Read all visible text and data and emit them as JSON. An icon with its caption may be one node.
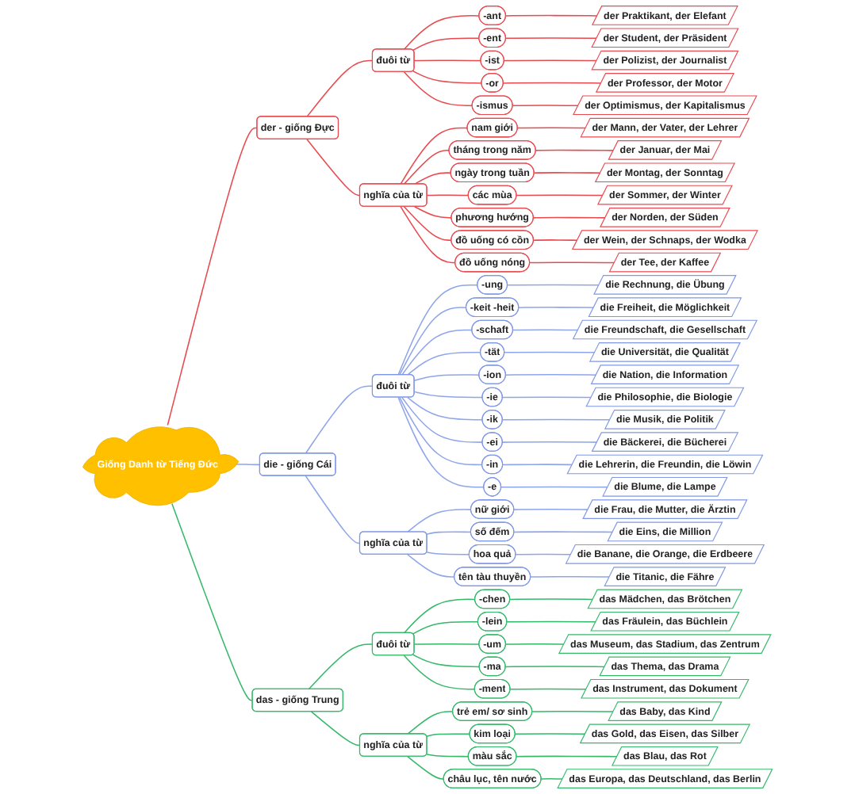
{
  "diagram": {
    "nodes": [
      {
        "text": [
          "Giống Danh từ Tiếng Đức"
        ]
      },
      {
        "text": [
          "der - giống Đực"
        ]
      },
      {
        "text": [
          "đuôi từ"
        ]
      },
      {
        "text": [
          "-ant"
        ]
      },
      {
        "text": [
          "der Praktikant, der Elefant"
        ]
      },
      {
        "text": [
          "-ent"
        ]
      },
      {
        "text": [
          "der Student, der Präsident"
        ]
      },
      {
        "text": [
          "-ist"
        ]
      },
      {
        "text": [
          "der Polizist, der Journalist"
        ]
      },
      {
        "text": [
          "-or"
        ]
      },
      {
        "text": [
          "der Professor, der Motor"
        ]
      },
      {
        "text": [
          "-ismus"
        ]
      },
      {
        "text": [
          "der Optimismus, der Kapitalismus"
        ]
      },
      {
        "text": [
          "nghĩa của từ"
        ]
      },
      {
        "text": [
          "nam giới"
        ]
      },
      {
        "text": [
          "der Mann, der Vater, der Lehrer"
        ]
      },
      {
        "text": [
          "tháng trong năm"
        ]
      },
      {
        "text": [
          "der Januar, der Mai"
        ]
      },
      {
        "text": [
          "ngày trong tuần"
        ]
      },
      {
        "text": [
          "der Montag, der Sonntag"
        ]
      },
      {
        "text": [
          "các mùa"
        ]
      },
      {
        "text": [
          "der Sommer, der Winter"
        ]
      },
      {
        "text": [
          "phương hướng"
        ]
      },
      {
        "text": [
          "der Norden, der Süden"
        ]
      },
      {
        "text": [
          "đồ uống có cồn"
        ]
      },
      {
        "text": [
          "der Wein, der Schnaps, der Wodka"
        ]
      },
      {
        "text": [
          "đồ uống nóng"
        ]
      },
      {
        "text": [
          "der Tee, der Kaffee"
        ]
      },
      {
        "text": [
          "die - giống Cái"
        ]
      },
      {
        "text": [
          "đuôi từ"
        ]
      },
      {
        "text": [
          "-ung"
        ]
      },
      {
        "text": [
          "die Rechnung, die Übung"
        ]
      },
      {
        "text": [
          "-keit -heit"
        ]
      },
      {
        "text": [
          "die Freiheit, die Möglichkeit"
        ]
      },
      {
        "text": [
          "-schaft"
        ]
      },
      {
        "text": [
          "die Freundschaft, die Gesellschaft"
        ]
      },
      {
        "text": [
          "-tät"
        ]
      },
      {
        "text": [
          "die Universität, die Qualität"
        ]
      },
      {
        "text": [
          "-ion"
        ]
      },
      {
        "text": [
          "die Nation, die Information"
        ]
      },
      {
        "text": [
          "-ie"
        ]
      },
      {
        "text": [
          "die Philosophie, die Biologie"
        ]
      },
      {
        "text": [
          "-ik"
        ]
      },
      {
        "text": [
          "die Musik, die Politik"
        ]
      },
      {
        "text": [
          "-ei"
        ]
      },
      {
        "text": [
          "die Bäckerei, die Bücherei"
        ]
      },
      {
        "text": [
          "-in"
        ]
      },
      {
        "text": [
          "die Lehrerin, die Freundin, die Löwin"
        ]
      },
      {
        "text": [
          "-e"
        ]
      },
      {
        "text": [
          "die Blume, die Lampe"
        ]
      },
      {
        "text": [
          "nghĩa của từ"
        ]
      },
      {
        "text": [
          "nữ giới"
        ]
      },
      {
        "text": [
          "die Frau, die Mutter, die Ärztin"
        ]
      },
      {
        "text": [
          "số đếm"
        ]
      },
      {
        "text": [
          "die Eins, die Million"
        ]
      },
      {
        "text": [
          "hoa quả"
        ]
      },
      {
        "text": [
          "die Banane, die Orange, die Erdbeere"
        ]
      },
      {
        "text": [
          "tên tàu thuyền"
        ]
      },
      {
        "text": [
          "die Titanic, die Fähre"
        ]
      },
      {
        "text": [
          "das - giống Trung"
        ]
      },
      {
        "text": [
          "đuôi từ"
        ]
      },
      {
        "text": [
          "-chen"
        ]
      },
      {
        "text": [
          "das Mädchen, das Brötchen"
        ]
      },
      {
        "text": [
          "-lein"
        ]
      },
      {
        "text": [
          "das Fräulein, das Büchlein"
        ]
      },
      {
        "text": [
          "-um"
        ]
      },
      {
        "text": [
          "das Museum, das Stadium, das Zentrum"
        ]
      },
      {
        "text": [
          "-ma"
        ]
      },
      {
        "text": [
          "das Thema, das Drama"
        ]
      },
      {
        "text": [
          "-ment"
        ]
      },
      {
        "text": [
          "das Instrument, das Dokument"
        ]
      },
      {
        "text": [
          "nghĩa của từ"
        ]
      },
      {
        "text": [
          "trẻ em/ sơ sinh"
        ]
      },
      {
        "text": [
          "das Baby, das Kind"
        ]
      },
      {
        "text": [
          "kim loại"
        ]
      },
      {
        "text": [
          "das Gold, das Eisen, das Silber"
        ]
      },
      {
        "text": [
          "màu sắc"
        ]
      },
      {
        "text": [
          "das Blau, das Rot"
        ]
      },
      {
        "text": [
          "châu lục, tên nước"
        ]
      },
      {
        "text": [
          "das Europa, das Deutschland, das Berlin"
        ]
      }
    ],
    "edges": [
      {
        "from": 0,
        "to": 1,
        "arrow": "none",
        "color": "#e84a4f"
      },
      {
        "from": 1,
        "to": 2,
        "arrow": "none",
        "color": "#e84a4f"
      },
      {
        "from": 2,
        "to": 3,
        "arrow": "none",
        "color": "#e84a4f"
      },
      {
        "from": 3,
        "to": 4,
        "arrow": "none",
        "color": "#e84a4f"
      },
      {
        "from": 2,
        "to": 5,
        "arrow": "none",
        "color": "#e84a4f"
      },
      {
        "from": 5,
        "to": 6,
        "arrow": "none",
        "color": "#e84a4f"
      },
      {
        "from": 2,
        "to": 7,
        "arrow": "none",
        "color": "#e84a4f"
      },
      {
        "from": 7,
        "to": 8,
        "arrow": "none",
        "color": "#e84a4f"
      },
      {
        "from": 2,
        "to": 9,
        "arrow": "none",
        "color": "#e84a4f"
      },
      {
        "from": 9,
        "to": 10,
        "arrow": "none",
        "color": "#e84a4f"
      },
      {
        "from": 2,
        "to": 11,
        "arrow": "none",
        "color": "#e84a4f"
      },
      {
        "from": 11,
        "to": 12,
        "arrow": "none",
        "color": "#e84a4f"
      },
      {
        "from": 1,
        "to": 13,
        "arrow": "none",
        "color": "#e84a4f"
      },
      {
        "from": 13,
        "to": 14,
        "arrow": "none",
        "color": "#e84a4f"
      },
      {
        "from": 14,
        "to": 15,
        "arrow": "none",
        "color": "#e84a4f"
      },
      {
        "from": 13,
        "to": 16,
        "arrow": "none",
        "color": "#e84a4f"
      },
      {
        "from": 16,
        "to": 17,
        "arrow": "none",
        "color": "#e84a4f"
      },
      {
        "from": 13,
        "to": 18,
        "arrow": "none",
        "color": "#e84a4f"
      },
      {
        "from": 18,
        "to": 19,
        "arrow": "none",
        "color": "#e84a4f"
      },
      {
        "from": 13,
        "to": 20,
        "arrow": "none",
        "color": "#e84a4f"
      },
      {
        "from": 20,
        "to": 21,
        "arrow": "none",
        "color": "#e84a4f"
      },
      {
        "from": 13,
        "to": 22,
        "arrow": "none",
        "color": "#e84a4f"
      },
      {
        "from": 22,
        "to": 23,
        "arrow": "none",
        "color": "#e84a4f"
      },
      {
        "from": 13,
        "to": 24,
        "arrow": "none",
        "color": "#e84a4f"
      },
      {
        "from": 24,
        "to": 25,
        "arrow": "none",
        "color": "#e84a4f"
      },
      {
        "from": 13,
        "to": 26,
        "arrow": "none",
        "color": "#e84a4f"
      },
      {
        "from": 26,
        "to": 27,
        "arrow": "none",
        "color": "#e84a4f"
      },
      {
        "from": 0,
        "to": 28,
        "arrow": "none"
      },
      {
        "from": 28,
        "to": 29,
        "arrow": "none"
      },
      {
        "from": 29,
        "to": 30,
        "arrow": "none"
      },
      {
        "from": 30,
        "to": 31,
        "arrow": "none"
      },
      {
        "from": 29,
        "to": 32,
        "arrow": "none"
      },
      {
        "from": 32,
        "to": 33,
        "arrow": "none"
      },
      {
        "from": 29,
        "to": 34,
        "arrow": "none"
      },
      {
        "from": 34,
        "to": 35,
        "arrow": "none"
      },
      {
        "from": 29,
        "to": 36,
        "arrow": "none"
      },
      {
        "from": 36,
        "to": 37,
        "arrow": "none"
      },
      {
        "from": 29,
        "to": 38,
        "arrow": "none"
      },
      {
        "from": 38,
        "to": 39,
        "arrow": "none"
      },
      {
        "from": 29,
        "to": 40,
        "arrow": "none"
      },
      {
        "from": 40,
        "to": 41,
        "arrow": "none"
      },
      {
        "from": 29,
        "to": 42,
        "arrow": "none"
      },
      {
        "from": 42,
        "to": 43,
        "arrow": "none"
      },
      {
        "from": 29,
        "to": 44,
        "arrow": "none"
      },
      {
        "from": 44,
        "to": 45,
        "arrow": "none"
      },
      {
        "from": 29,
        "to": 46,
        "arrow": "none"
      },
      {
        "from": 46,
        "to": 47,
        "arrow": "none"
      },
      {
        "from": 29,
        "to": 48,
        "arrow": "none"
      },
      {
        "from": 48,
        "to": 49,
        "arrow": "none"
      },
      {
        "from": 28,
        "to": 50,
        "arrow": "none"
      },
      {
        "from": 50,
        "to": 51,
        "arrow": "none"
      },
      {
        "from": 51,
        "to": 52,
        "arrow": "none"
      },
      {
        "from": 50,
        "to": 53,
        "arrow": "none"
      },
      {
        "from": 53,
        "to": 54,
        "arrow": "none"
      },
      {
        "from": 50,
        "to": 55,
        "arrow": "none"
      },
      {
        "from": 55,
        "to": 56,
        "arrow": "none"
      },
      {
        "from": 50,
        "to": 57,
        "arrow": "none"
      },
      {
        "from": 57,
        "to": 58,
        "arrow": "none"
      },
      {
        "from": 0,
        "to": 59,
        "arrow": "none",
        "color": "#36b86a"
      },
      {
        "from": 59,
        "to": 60,
        "arrow": "none",
        "color": "#36b86a"
      },
      {
        "from": 60,
        "to": 61,
        "arrow": "none",
        "color": "#36b86a"
      },
      {
        "from": 61,
        "to": 62,
        "arrow": "none",
        "color": "#36b86a"
      },
      {
        "from": 60,
        "to": 63,
        "arrow": "none",
        "color": "#36b86a"
      },
      {
        "from": 63,
        "to": 64,
        "arrow": "none",
        "color": "#36b86a"
      },
      {
        "from": 60,
        "to": 65,
        "arrow": "none",
        "color": "#36b86a"
      },
      {
        "from": 65,
        "to": 66,
        "arrow": "none",
        "color": "#36b86a"
      },
      {
        "from": 60,
        "to": 67,
        "arrow": "none",
        "color": "#36b86a"
      },
      {
        "from": 67,
        "to": 68,
        "arrow": "none",
        "color": "#36b86a"
      },
      {
        "from": 60,
        "to": 69,
        "arrow": "none",
        "color": "#36b86a"
      },
      {
        "from": 69,
        "to": 70,
        "arrow": "none",
        "color": "#36b86a"
      },
      {
        "from": 59,
        "to": 71,
        "arrow": "none",
        "color": "#36b86a"
      },
      {
        "from": 71,
        "to": 72,
        "arrow": "none",
        "color": "#36b86a"
      },
      {
        "from": 72,
        "to": 73,
        "arrow": "none",
        "color": "#36b86a"
      },
      {
        "from": 71,
        "to": 74,
        "arrow": "none",
        "color": "#36b86a"
      },
      {
        "from": 74,
        "to": 75,
        "arrow": "none",
        "color": "#36b86a"
      },
      {
        "from": 71,
        "to": 76,
        "arrow": "none",
        "color": "#36b86a"
      },
      {
        "from": 76,
        "to": 77,
        "arrow": "none",
        "color": "#36b86a"
      },
      {
        "from": 71,
        "to": 78,
        "arrow": "none",
        "color": "#36b86a"
      },
      {
        "from": 78,
        "to": 79,
        "arrow": "none",
        "color": "#36b86a"
      }
    ]
  }
}
